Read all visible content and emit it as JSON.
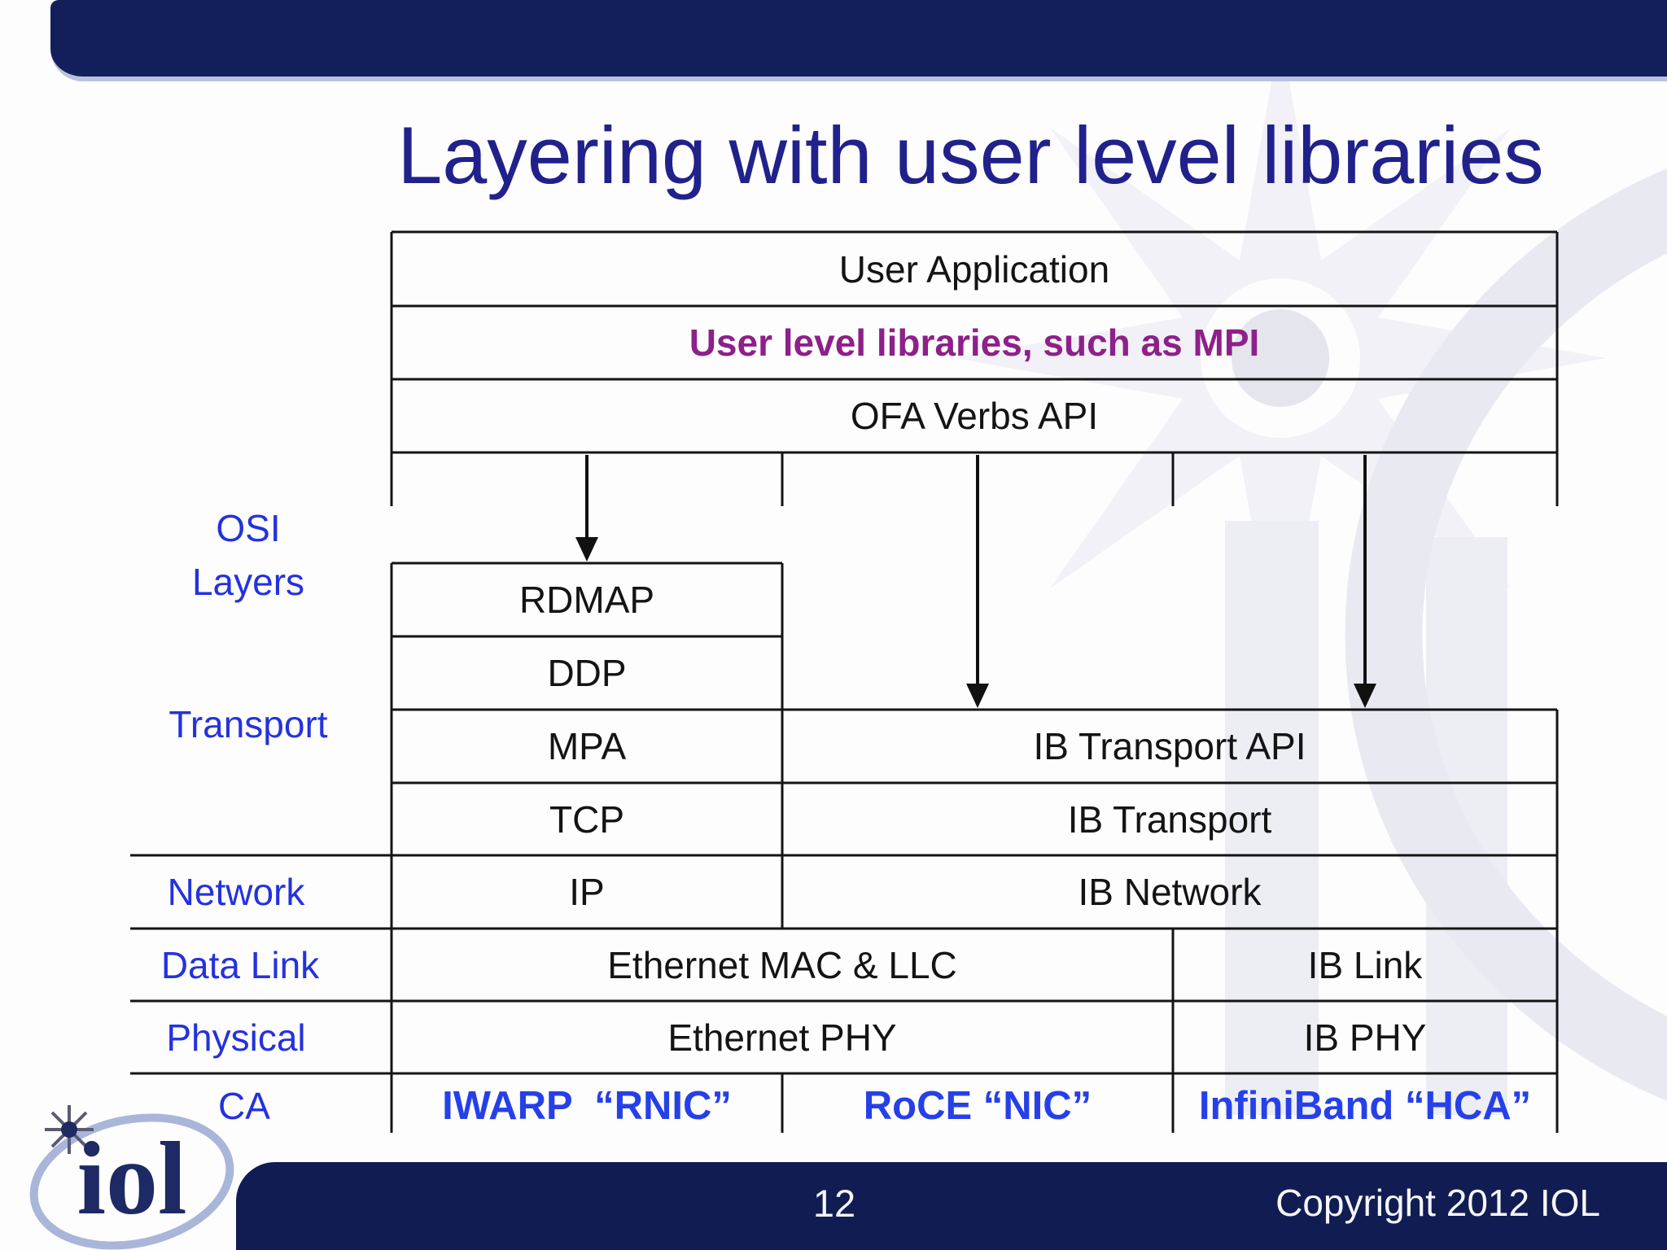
{
  "title": "Layering with user level libraries",
  "stack": {
    "user_application": "User Application",
    "user_level_libraries": "User level libraries, such as MPI",
    "ofa_verbs_api": "OFA Verbs API",
    "iwarp": {
      "rdmap": "RDMAP",
      "ddp": "DDP",
      "mpa": "MPA",
      "tcp": "TCP",
      "ip": "IP"
    },
    "ib": {
      "transport_api": "IB Transport API",
      "transport": "IB Transport",
      "network": "IB Network",
      "link": "IB Link",
      "phy": "IB PHY"
    },
    "ethernet": {
      "mac_llc": "Ethernet MAC & LLC",
      "phy": "Ethernet PHY"
    }
  },
  "adapters": {
    "iwarp": "IWARP  “RNIC”",
    "roce": "RoCE “NIC”",
    "infiniband": "InfiniBand “HCA”"
  },
  "osi": {
    "osi": "OSI",
    "layers": "Layers",
    "transport": "Transport",
    "network": "Network",
    "data_link": "Data Link",
    "physical": "Physical",
    "ca": "CA"
  },
  "footer": {
    "page_number": "12",
    "copyright": "Copyright 2012 IOL"
  },
  "logo": {
    "text": "iol"
  },
  "colors": {
    "bar_navy": "#131f5b",
    "title_blue": "#21218c",
    "label_blue": "#2432dd",
    "adapter_blue": "#2640e8",
    "mpi_purple": "#8e2089",
    "line_black": "#141414",
    "watermark_gray": "#ededf4"
  }
}
